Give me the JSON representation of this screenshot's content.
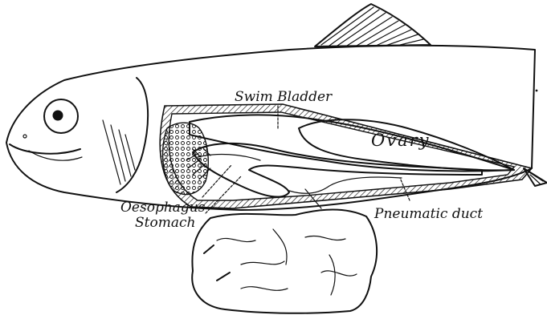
{
  "labels": {
    "swim_bladder": "Swim Bladder",
    "ovary": "Ovary",
    "oesophagus": "Oesophagus",
    "stomach": "Stomach",
    "pneumatic_duct": "Pneumatic duct"
  },
  "colors": {
    "ink": "#111111",
    "paper": "#ffffff"
  }
}
